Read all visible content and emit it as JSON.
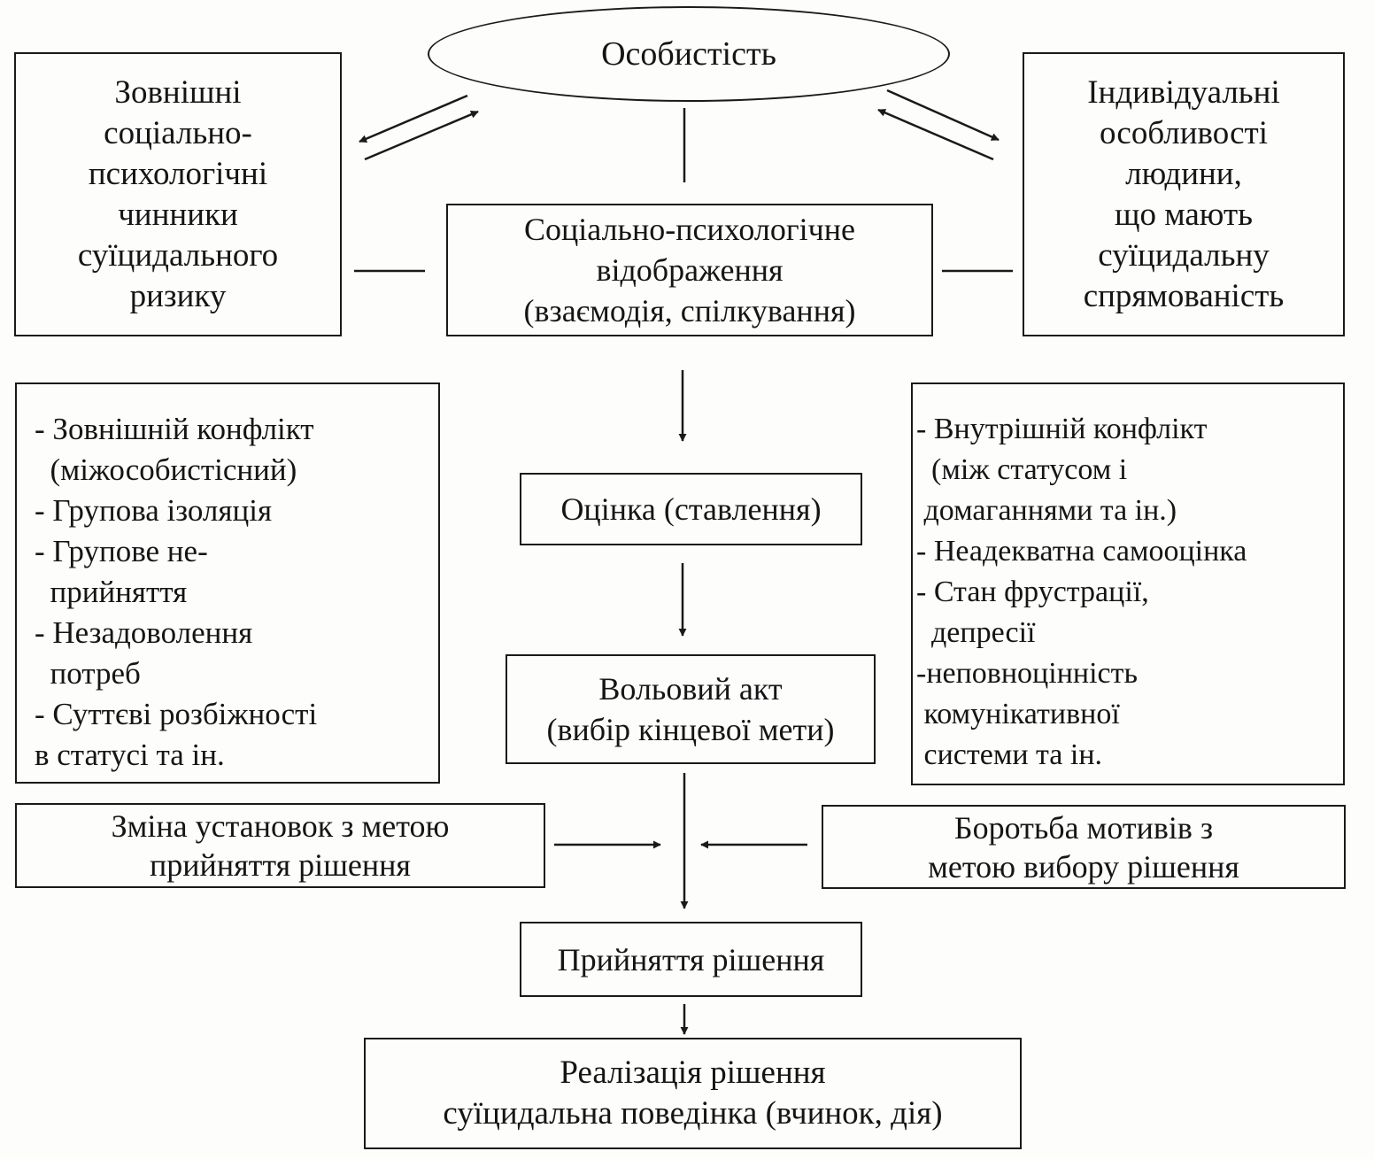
{
  "personality": "Особистість",
  "external_factors": {
    "lines": [
      "Зовнішні",
      "соціально-",
      "психологічні",
      "чинники",
      "суїцидального",
      "ризику"
    ]
  },
  "individual_traits": {
    "lines": [
      "Індивідуальні",
      "особливості",
      "людини,",
      "що мають",
      "суїцидальну",
      "спрямованість"
    ]
  },
  "social_reflection": {
    "lines": [
      "Соціально-психологічне",
      "відображення",
      "(взаємодія, спілкування)"
    ]
  },
  "external_conflicts": {
    "lines": [
      "- Зовнішній конфлікт",
      "  (міжособистісний)",
      "- Групова ізоляція",
      "- Групове не-",
      "  прийняття",
      "- Незадоволення",
      "  потреб",
      "- Суттєві розбіжності",
      "в статусі та ін."
    ]
  },
  "internal_conflicts": {
    "lines": [
      "- Внутрішній конфлікт",
      "  (між статусом і",
      " домаганнями та ін.)",
      "- Неадекватна самооцінка",
      "- Стан фрустрації,",
      "  депресії",
      "-неповноцінність",
      " комунікативної",
      " системи та ін."
    ]
  },
  "evaluation": "Оцінка (ставлення)",
  "volitional_act": {
    "lines": [
      "Вольовий акт",
      "(вибір кінцевої мети)"
    ]
  },
  "attitude_change": {
    "lines": [
      "Зміна установок з метою",
      "прийняття рішення"
    ]
  },
  "motive_struggle": {
    "lines": [
      "Боротьба мотивів з",
      "метою вибору рішення"
    ]
  },
  "decision": "Прийняття рішення",
  "implementation": {
    "lines": [
      "Реалізація рішення",
      "суїцидальна поведінка (вчинок, дія)"
    ]
  }
}
